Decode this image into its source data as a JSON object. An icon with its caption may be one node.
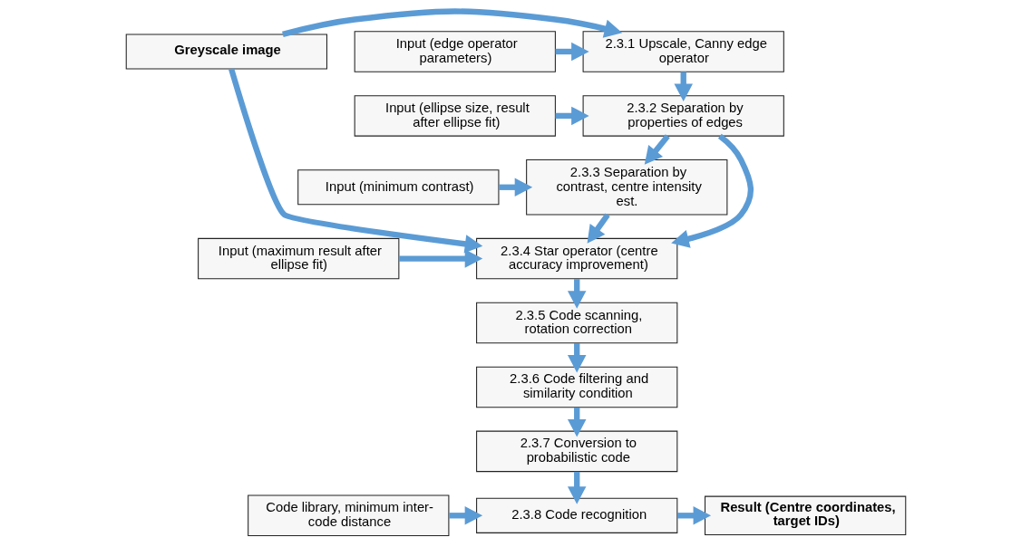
{
  "diagram": {
    "nodes": [
      {
        "text": [
          "Greyscale image"
        ]
      },
      {
        "text": [
          "2.3.1 Upscale, Canny edge operator"
        ]
      },
      {
        "text": [
          "Input (edge operator parameters)"
        ]
      },
      {
        "text": [
          "2.3.2 Separation by properties of edges"
        ]
      },
      {
        "text": [
          "Input (ellipse size, result after ellipse fit)"
        ]
      },
      {
        "text": [
          "2.3.3 Separation by contrast, centre intensity est."
        ]
      },
      {
        "text": [
          "Input (minimum contrast)"
        ]
      },
      {
        "text": [
          "Input (maximum result after ellipse fit)"
        ]
      },
      {
        "text": [
          "2.3.4 Star operator (centre accuracy improvement)"
        ]
      },
      {
        "text": [
          "2.3.5 Code scanning, rotation correction"
        ]
      },
      {
        "text": [
          "2.3.6 Code filtering and similarity condition"
        ]
      },
      {
        "text": [
          "2.3.7 Conversion to probabilistic code"
        ]
      },
      {
        "text": [
          "Code library, minimum inter-code distance"
        ]
      },
      {
        "text": [
          "2.3.8 Code recognition"
        ]
      },
      {
        "text": [
          "Result (Centre coordinates, target IDs)"
        ]
      }
    ],
    "edges": [
      {
        "from": 0,
        "to": 1,
        "arrow": "to"
      },
      {
        "from": 2,
        "to": 1,
        "arrow": "to"
      },
      {
        "from": 1,
        "to": 3,
        "arrow": "to"
      },
      {
        "from": 4,
        "to": 3,
        "arrow": "to"
      },
      {
        "from": 3,
        "to": 5,
        "arrow": "to"
      },
      {
        "from": 6,
        "to": 5,
        "arrow": "to"
      },
      {
        "from": 0,
        "to": 8,
        "arrow": "to"
      },
      {
        "from": 3,
        "to": 8,
        "arrow": "to"
      },
      {
        "from": 5,
        "to": 8,
        "arrow": "to"
      },
      {
        "from": 7,
        "to": 8,
        "arrow": "to"
      },
      {
        "from": 8,
        "to": 9,
        "arrow": "to"
      },
      {
        "from": 9,
        "to": 10,
        "arrow": "to"
      },
      {
        "from": 10,
        "to": 11,
        "arrow": "to"
      },
      {
        "from": 11,
        "to": 13,
        "arrow": "to"
      },
      {
        "from": 12,
        "to": 13,
        "arrow": "to"
      },
      {
        "from": 13,
        "to": 14,
        "arrow": "to"
      }
    ]
  }
}
